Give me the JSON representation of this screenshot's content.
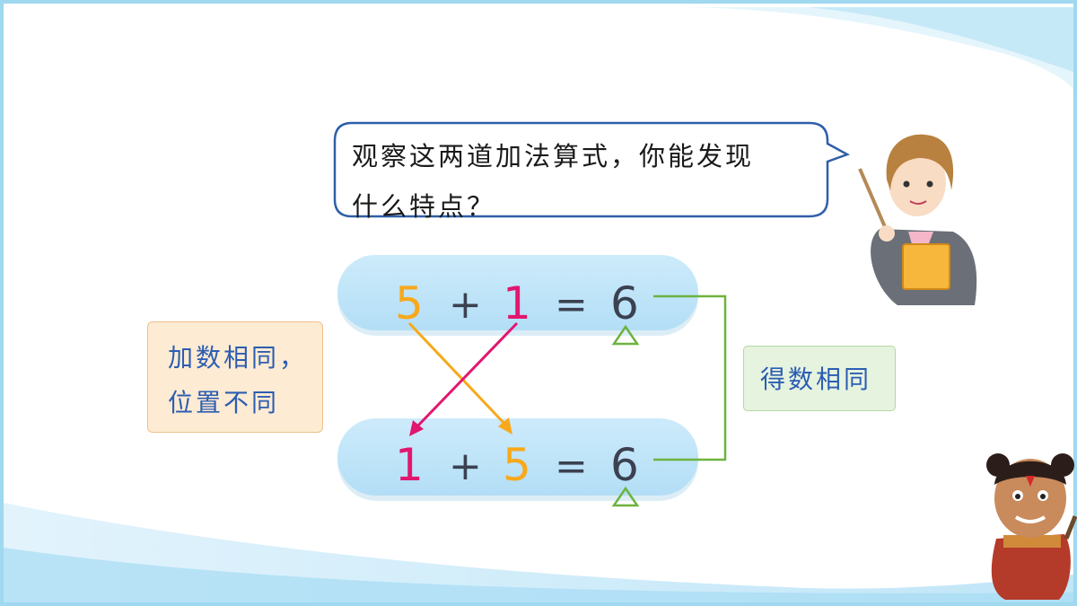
{
  "bubble": {
    "line1": "观察这两道加法算式，你能发现",
    "line2": "什么特点？"
  },
  "equation_top": {
    "a": "5",
    "op": "+",
    "b": "1",
    "eq": "=",
    "result": "6"
  },
  "equation_bottom": {
    "a": "1",
    "op": "+",
    "b": "5",
    "eq": "=",
    "result": "6"
  },
  "note_left": {
    "line1": "加数相同，",
    "line2": "位置不同"
  },
  "note_right": {
    "text": "得数相同"
  },
  "colors": {
    "orange": "#f7a81b",
    "pink": "#e2166f",
    "green": "#6db33f",
    "pill": "#bfe4f8",
    "bubble_border": "#2f5fa8"
  },
  "icons": [
    "teacher-illustration",
    "cartoon-boy-illustration",
    "triangle-marker-icon"
  ]
}
